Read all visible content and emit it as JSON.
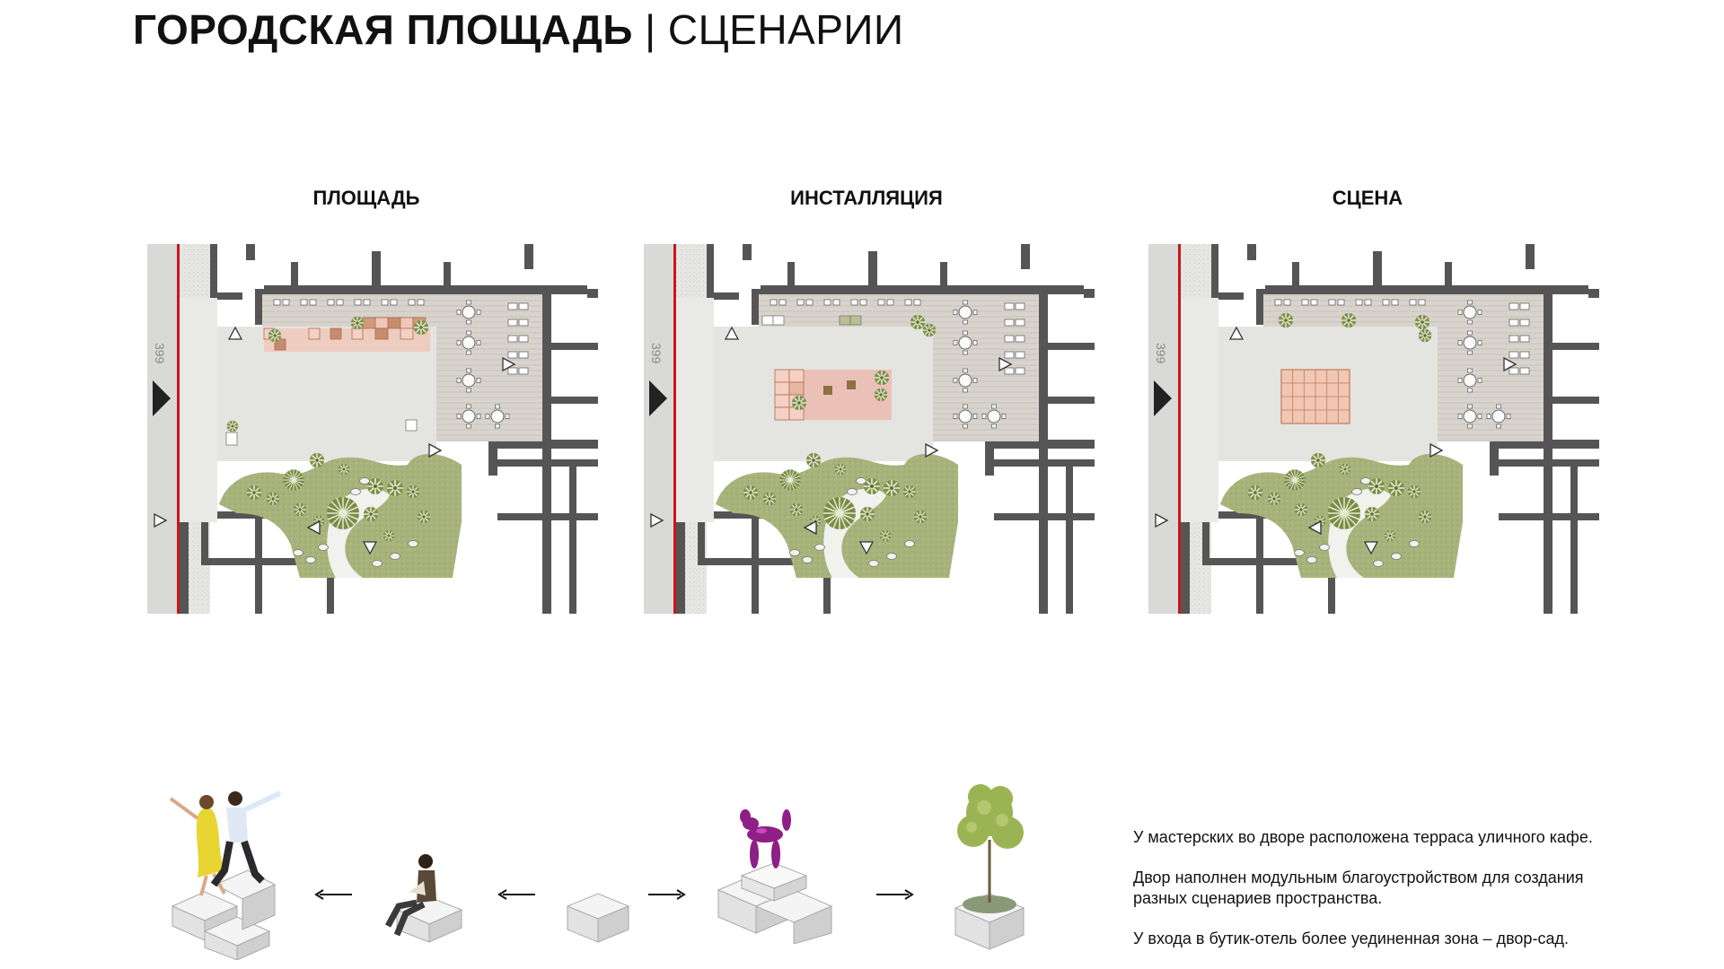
{
  "header": {
    "title_main": "ГОРОДСКАЯ ПЛОЩАДЬ",
    "title_separator": "|",
    "title_sub": "СЦЕНАРИИ"
  },
  "scenarios": [
    {
      "label": "ПЛОЩАДЬ"
    },
    {
      "label": "ИНСТАЛЛЯЦИЯ"
    },
    {
      "label": "СЦЕНА"
    }
  ],
  "street_label": "399",
  "modules_strip": {
    "items": [
      "dancers-on-blocks",
      "person-sitting-on-block",
      "single-block",
      "balloon-dog-on-blocks",
      "tree-planter"
    ],
    "arrows": [
      "left",
      "left",
      "right",
      "right"
    ]
  },
  "description": {
    "p1": "У мастерских во дворе расположена терраса уличного кафе.",
    "p2": "Двор наполнен модульным благоустройством для создания разных сценариев пространства.",
    "p3": "У входа в бутик-отель более уединенная зона – двор-сад."
  },
  "colors": {
    "street_red": "#c8161d",
    "garden_green": "#a7b27a",
    "paving_grey": "#e2e2e0",
    "deck_wood": "#d6d2cb",
    "wall_dark": "#555555",
    "module_pink": "#efc2b1",
    "stage_orange": "#e8b49c",
    "balloon_dog_purple": "#8e1f86"
  }
}
